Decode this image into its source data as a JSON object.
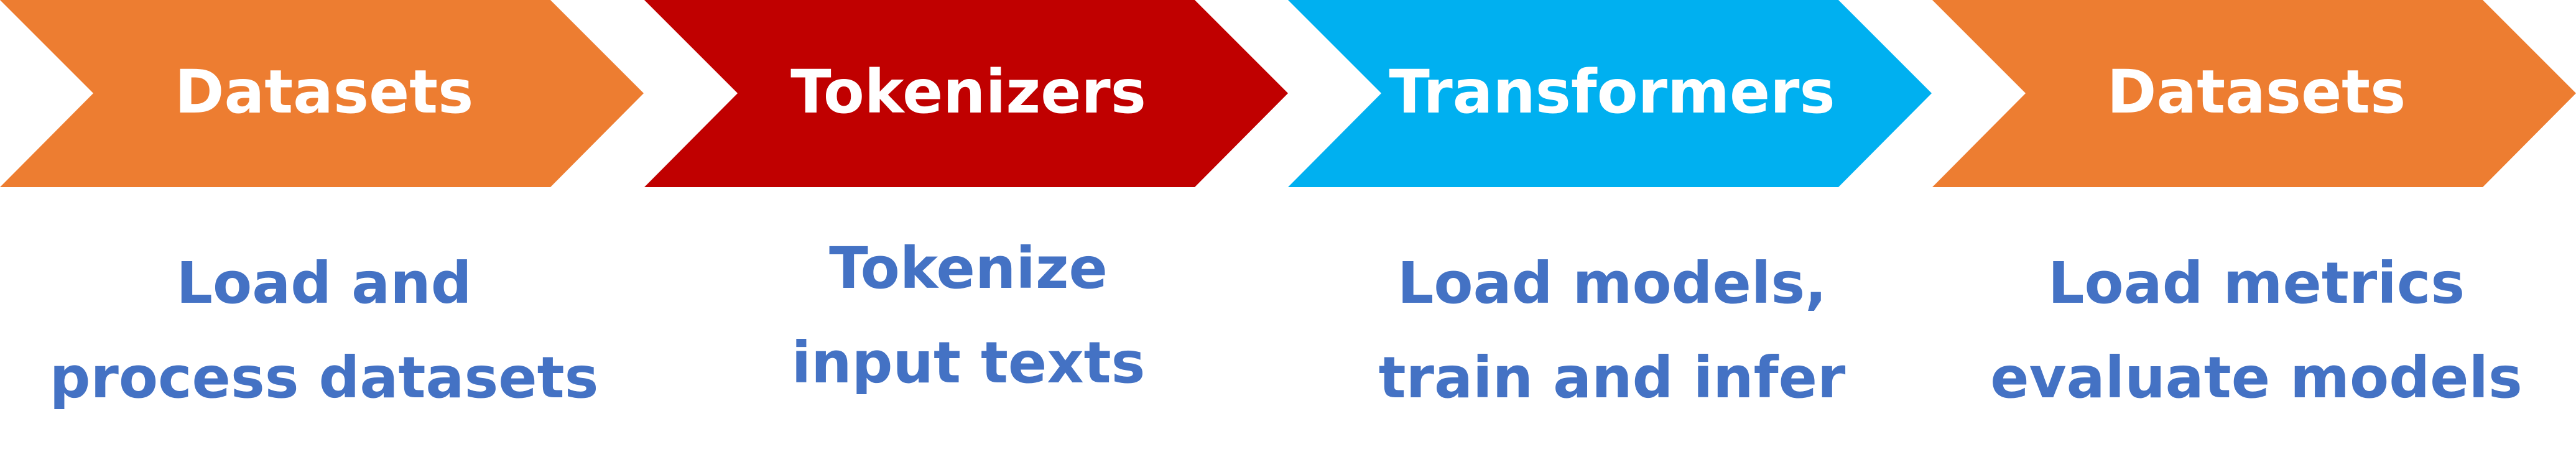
{
  "stages": [
    {
      "title": "Datasets",
      "color": "#ed7d31",
      "desc_line1": "Load and",
      "desc_line2": "process datasets"
    },
    {
      "title": "Tokenizers",
      "color": "#c00000",
      "desc_line1": "Tokenize",
      "desc_line2": "input texts"
    },
    {
      "title": "Transformers",
      "color": "#00b0f0",
      "desc_line1": "Load models,",
      "desc_line2": "train and infer"
    },
    {
      "title": "Datasets",
      "color": "#ed7d31",
      "desc_line1": "Load metrics",
      "desc_line2": "evaluate models"
    }
  ],
  "text_color": "#4472c4"
}
